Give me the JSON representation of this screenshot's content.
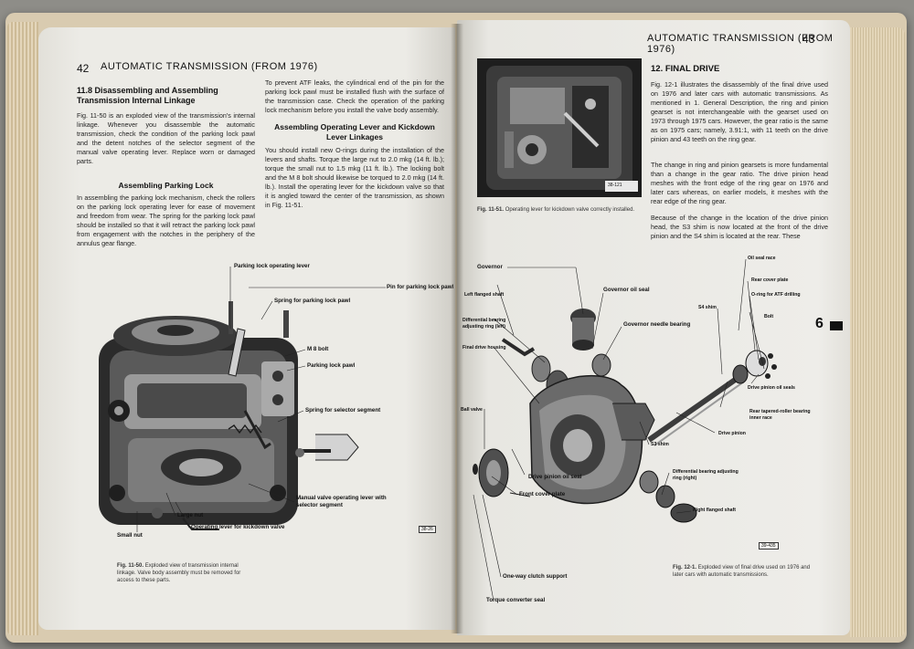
{
  "left_page": {
    "page_number": "42",
    "header": "AUTOMATIC TRANSMISSION (FROM 1976)",
    "section_title": "11.8 Disassembling and Assembling Transmission Internal Linkage",
    "section_body": "Fig. 11-50 is an exploded view of the transmission's internal linkage. Whenever you disassemble the automatic transmission, check the condition of the parking lock pawl and the detent notches of the selector segment of the manual valve operating lever. Replace worn or damaged parts.",
    "sub_parking_lock": "Assembling Parking Lock",
    "parking_lock_body": "In assembling the parking lock mechanism, check the rollers on the parking lock operating lever for ease of movement and freedom from wear. The spring for the parking lock pawl should be installed so that it will retract the parking lock pawl from engagement with the notches in the periphery of the annulus gear flange.",
    "col2_body": "To prevent ATF leaks, the cylindrical end of the pin for the parking lock pawl must be installed flush with the surface of the transmission case. Check the operation of the parking lock mechanism before you install the valve body assembly.",
    "sub_operating_lever": "Assembling Operating Lever and Kickdown Lever Linkages",
    "operating_lever_body": "You should install new O-rings during the installation of the levers and shafts. Torque the large nut to 2.0 mkg (14 ft. lb.); torque the small nut to 1.5 mkg (11 ft. lb.). The locking bolt and the M 8 bolt should likewise be torqued to 2.0 mkg (14 ft. lb.). Install the operating lever for the kickdown valve so that it is angled toward the center of the transmission, as shown in Fig. 11-51.",
    "figure": {
      "callouts": [
        "Parking lock operating lever",
        "Pin for parking lock pawl",
        "Spring for parking lock pawl",
        "M 8 bolt",
        "Parking lock pawl",
        "Spring for selector segment",
        "Manual valve operating lever with selector segment",
        "Large nut",
        "Operating lever for kickdown valve",
        "Small nut"
      ],
      "fig_code": "38-26",
      "caption_label": "Fig. 11-50.",
      "caption": "Exploded view of transmission internal linkage. Valve body assembly must be removed for access to these parts."
    }
  },
  "right_page": {
    "page_number": "43",
    "header": "AUTOMATIC TRANSMISSION (FROM 1976)",
    "section_title": "12. FINAL DRIVE",
    "para1": "Fig. 12-1 illustrates the disassembly of the final drive used on 1976 and later cars with automatic transmissions. As mentioned in 1. General Description, the ring and pinion gearset is not interchangeable with the gearset used on 1973 through 1975 cars. However, the gear ratio is the same as on 1975 cars; namely, 3.91:1, with 11 teeth on the drive pinion and 43 teeth on the ring gear.",
    "para2": "The change in ring and pinion gearsets is more fundamental than a change in the gear ratio. The drive pinion head meshes with the front edge of the ring gear on 1976 and later cars whereas, on earlier models, it meshes with the rear edge of the ring gear.",
    "para3": "Because of the change in the location of the drive pinion head, the S3 shim is now located at the front of the drive pinion and the S4 shim is located at the rear. These",
    "photo": {
      "fig_code": "38-121",
      "caption_label": "Fig. 11-51.",
      "caption": "Operating lever for kickdown valve correctly installed."
    },
    "figure": {
      "callouts": [
        "Governor",
        "Left flanged shaft",
        "Differential bearing adjusting ring (left)",
        "Final drive housing",
        "Ball valve",
        "Governor oil seal",
        "Governor needle bearing",
        "Oil seal race",
        "Rear cover plate",
        "O-ring for ATF drilling",
        "Bolt",
        "S4 shim",
        "Drive pinion oil seals",
        "Rear tapered-roller bearing inner race",
        "Drive pinion",
        "S3 shim",
        "Differential bearing adjusting ring (right)",
        "Right flanged shaft",
        "Drive pinion oil seal",
        "Front cover plate",
        "One-way clutch support",
        "Torque converter seal"
      ],
      "fig_code": "39-435",
      "caption_label": "Fig. 12-1.",
      "caption": "Exploded view of final drive used on 1976 and later cars with automatic transmissions."
    },
    "tab_number": "6"
  }
}
